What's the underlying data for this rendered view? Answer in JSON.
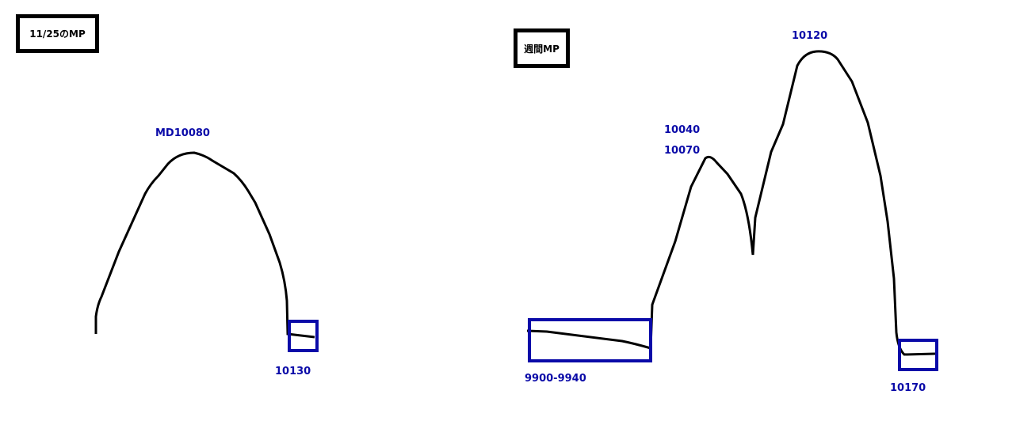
{
  "left_panel": {
    "title": "11/25のMP",
    "peak_label": "MD10080",
    "end_label": "10130"
  },
  "right_panel": {
    "title": "週間MP",
    "low_range_label": "9900-9940",
    "first_peak_labels": [
      "10040",
      "10070"
    ],
    "main_peak_label": "10120",
    "end_label": "10170"
  },
  "colors": {
    "curve": "#000000",
    "highlight_box": "#0a0aa8",
    "label": "#0a0aa8"
  }
}
